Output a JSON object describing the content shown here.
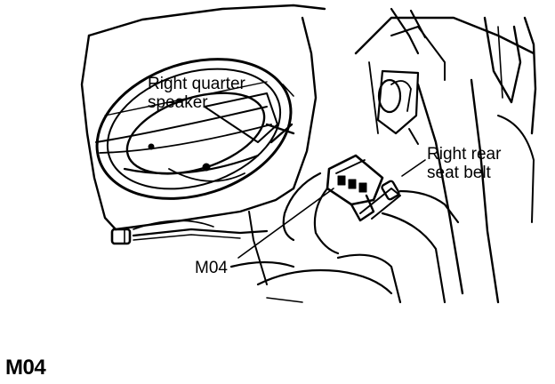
{
  "diagram": {
    "labels": {
      "speaker": "Right quarter\nspeaker",
      "seat_belt": "Right rear\nseat belt",
      "connector": "M04"
    },
    "connector_id": "M04",
    "colors": {
      "ink": "#000000",
      "background": "#ffffff"
    }
  }
}
